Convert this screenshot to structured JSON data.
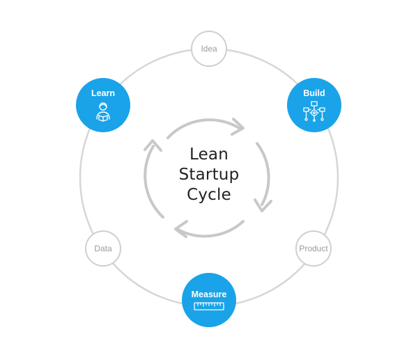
{
  "nodes": {
    "idea": {
      "label": "Idea"
    },
    "build": {
      "label": "Build"
    },
    "product": {
      "label": "Product"
    },
    "measure": {
      "label": "Measure"
    },
    "data": {
      "label": "Data"
    },
    "learn": {
      "label": "Learn"
    }
  },
  "center": {
    "line1": "Lean",
    "line2": "Startup",
    "line3": "Cycle"
  },
  "colors": {
    "accent": "#1aa3e8",
    "ring": "#d6d6d6",
    "inner_arrows": "#c8c8c8",
    "small_node_border": "#cfcfcf",
    "small_node_text": "#9a9a9a",
    "title_text": "#222222"
  },
  "icons": {
    "learn": "person-reading-icon",
    "build": "flowchart-gear-icon",
    "measure": "ruler-icon"
  }
}
